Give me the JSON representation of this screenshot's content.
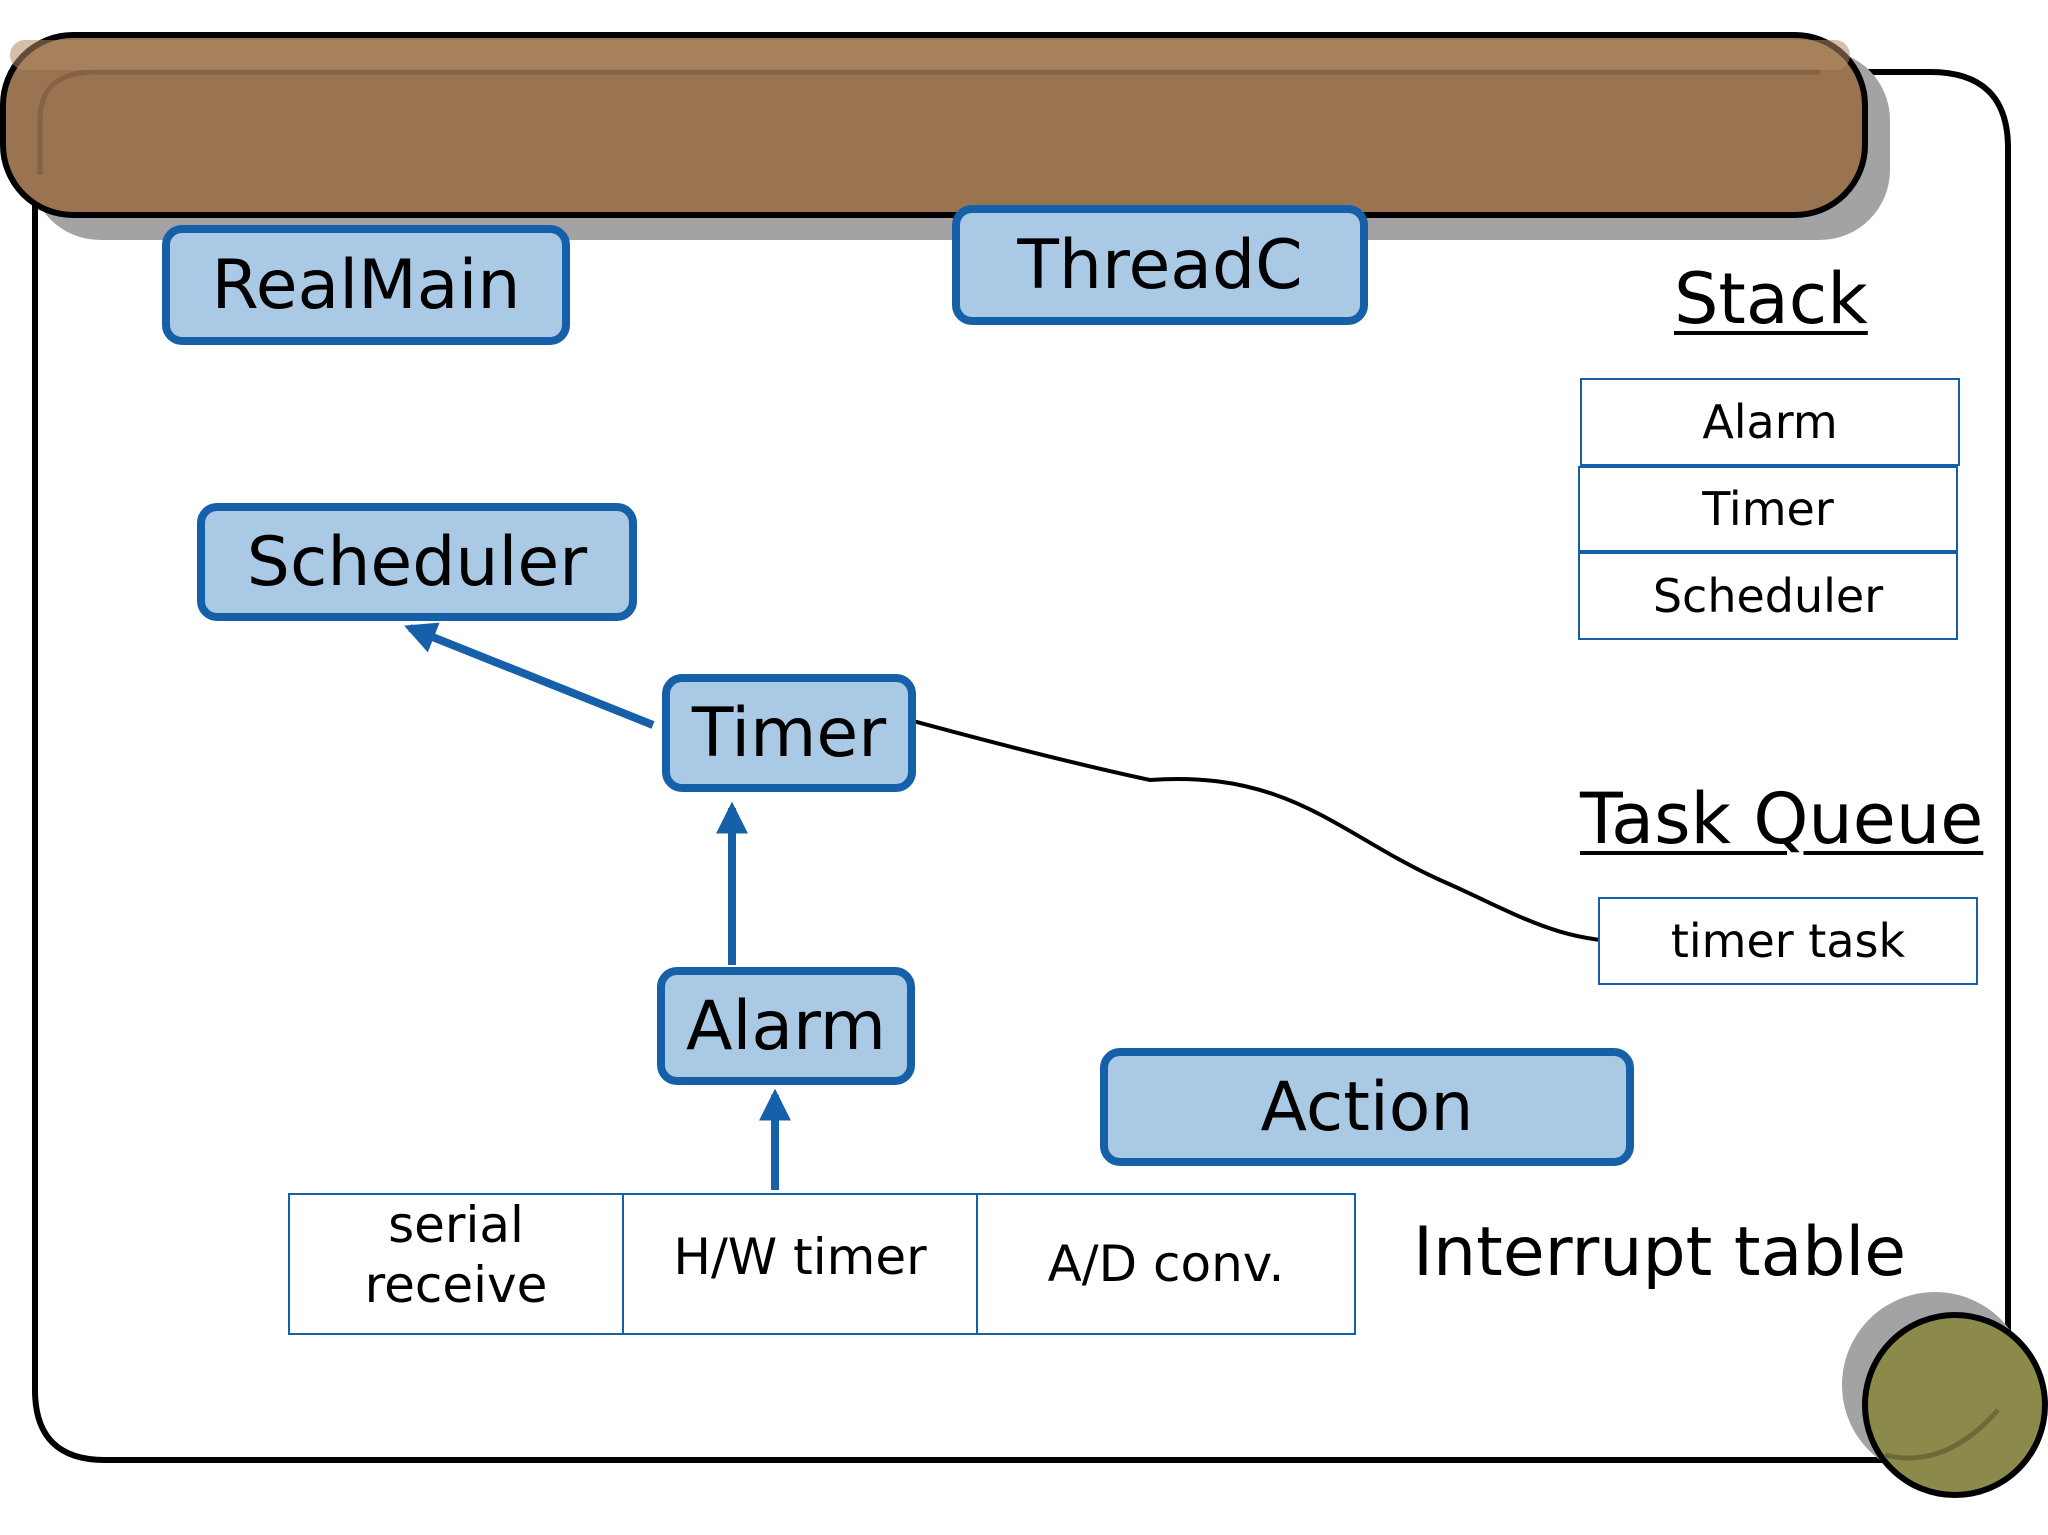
{
  "nodes": {
    "realmain": "RealMain",
    "threadc": "ThreadC",
    "scheduler": "Scheduler",
    "timer": "Timer",
    "alarm": "Alarm",
    "action": "Action"
  },
  "stack": {
    "title": "Stack",
    "items": [
      "Alarm",
      "Timer",
      "Scheduler"
    ]
  },
  "task_queue": {
    "title": "Task Queue",
    "items": [
      "timer task"
    ]
  },
  "interrupt_table": {
    "label": "Interrupt table",
    "entries": [
      "serial receive",
      "H/W timer",
      "A/D conv."
    ]
  },
  "colors": {
    "scroll_brown": "#9a7350",
    "box_fill": "#aac9e4",
    "box_border": "#1560a8",
    "knob_olive": "#8b8a4a"
  }
}
